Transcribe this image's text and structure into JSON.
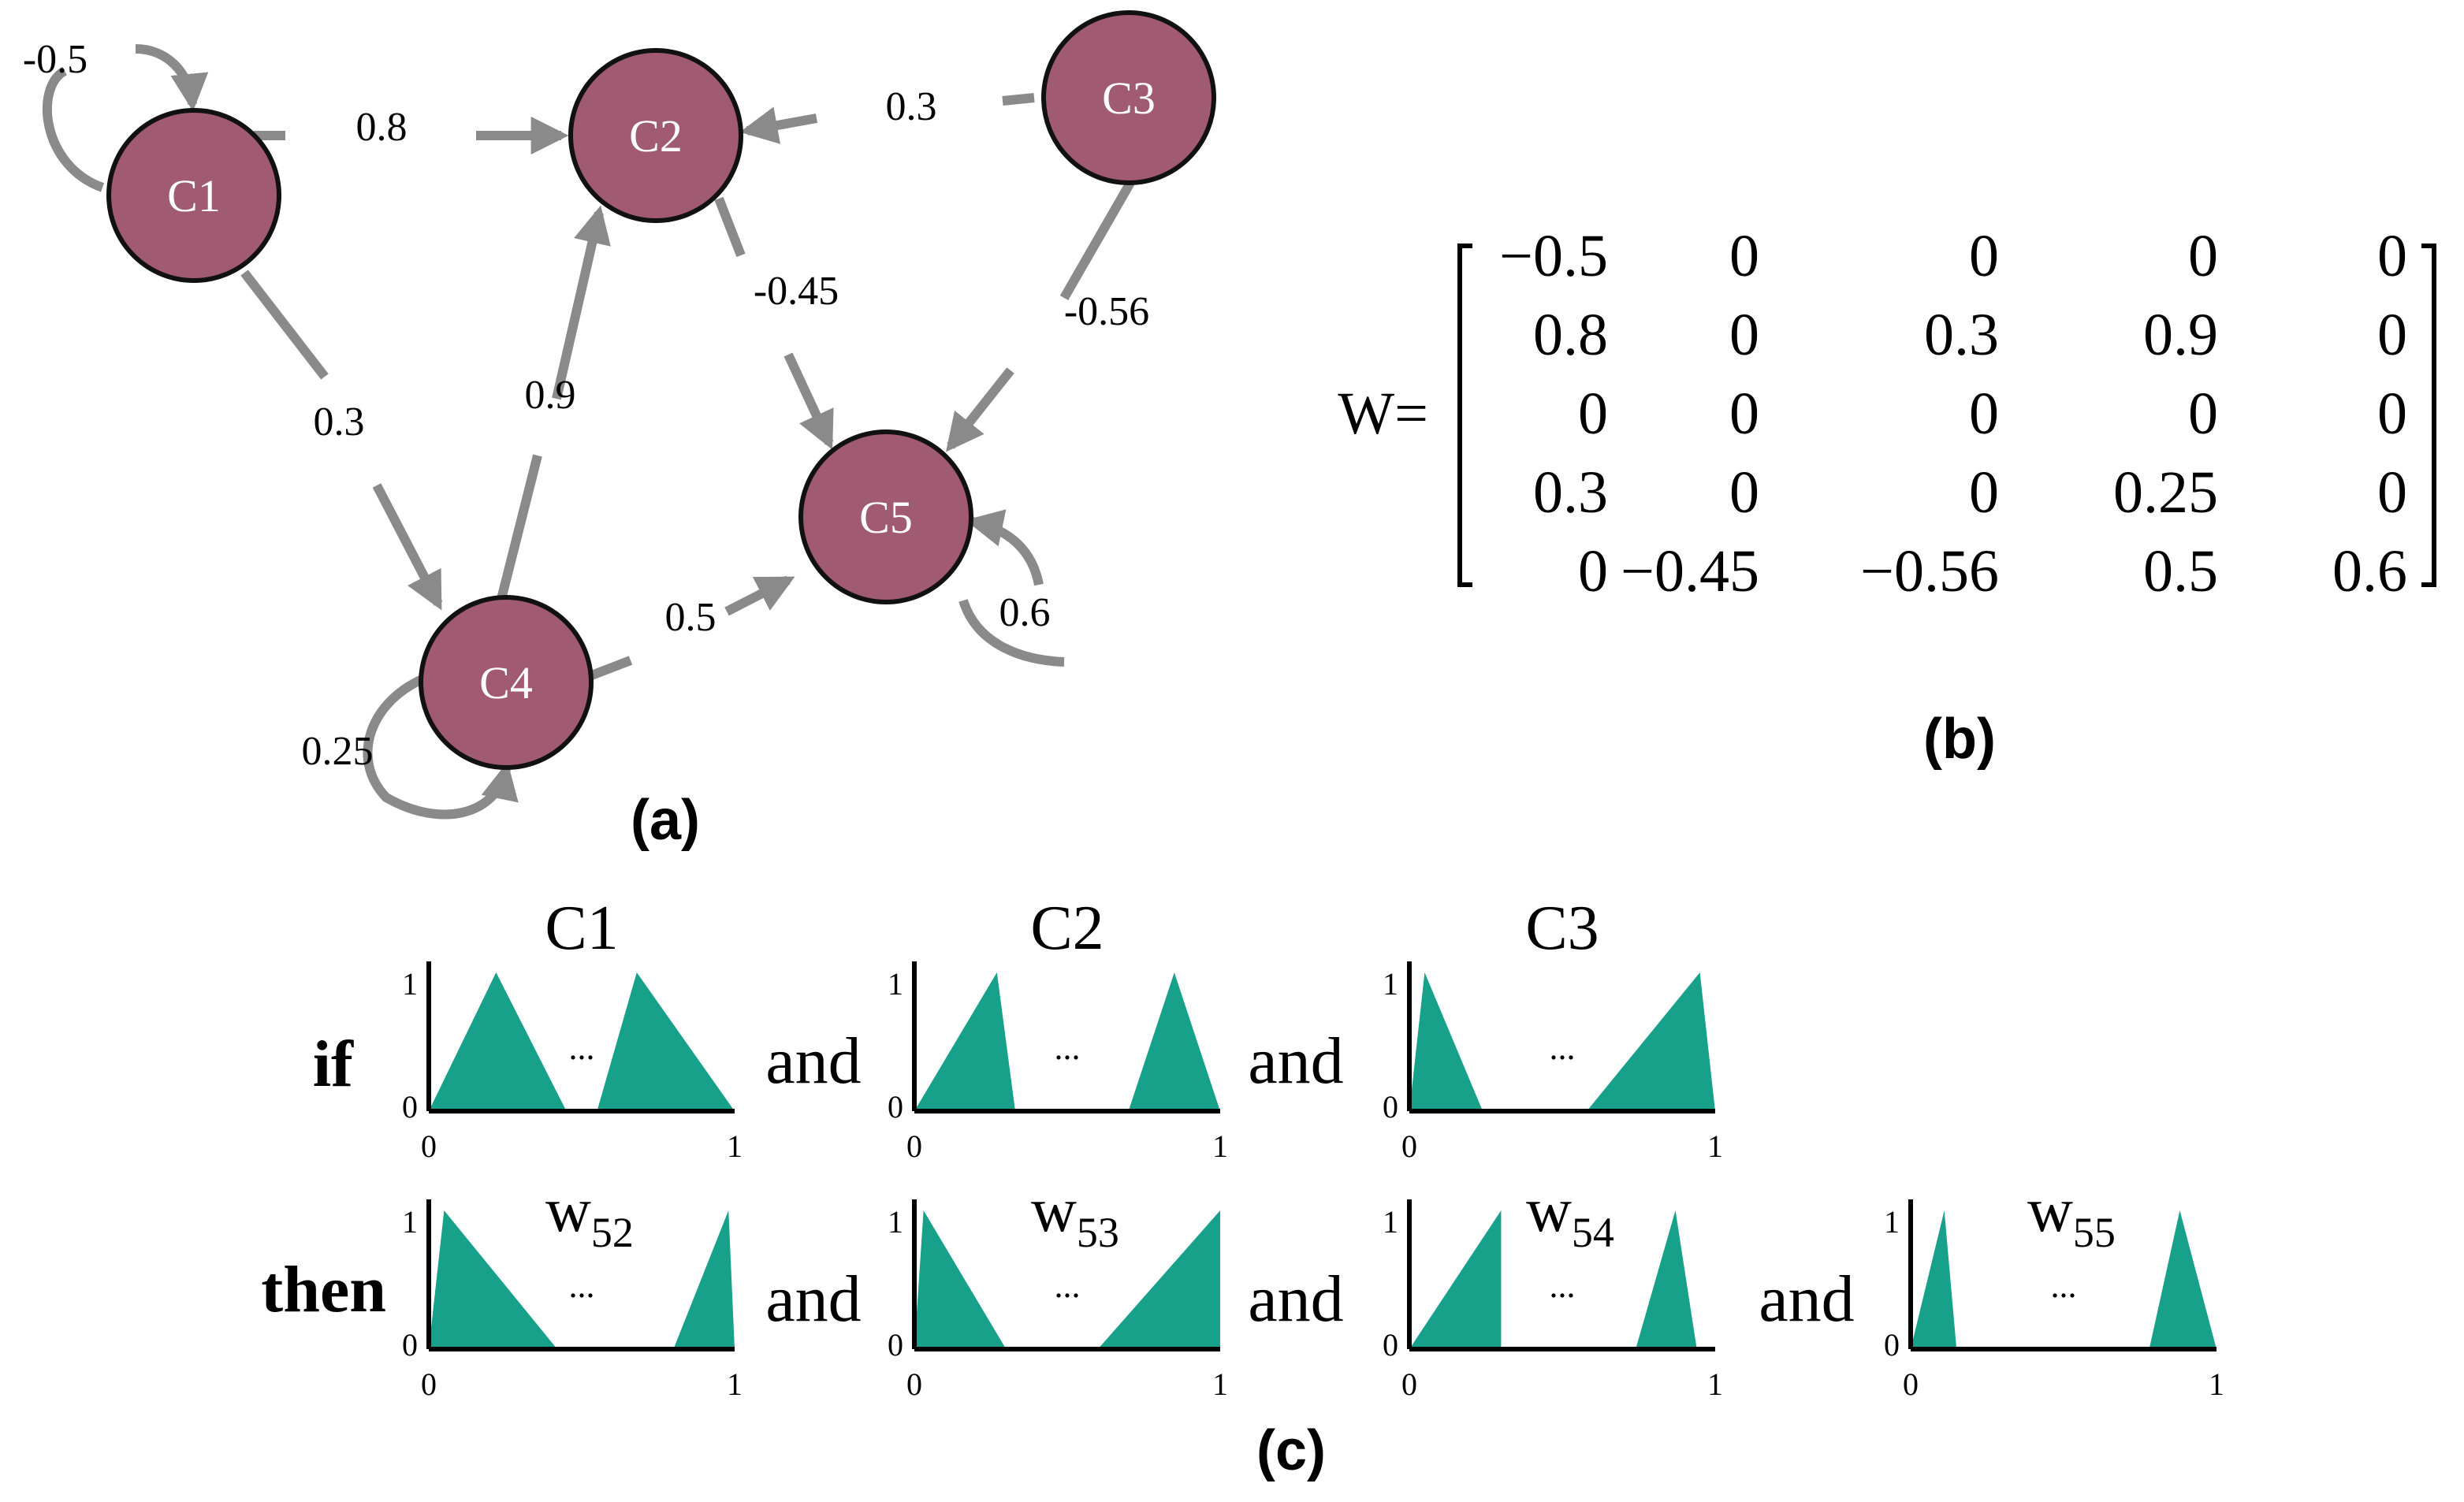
{
  "graph": {
    "nodes": [
      {
        "id": "C1",
        "label": "C1"
      },
      {
        "id": "C2",
        "label": "C2"
      },
      {
        "id": "C3",
        "label": "C3"
      },
      {
        "id": "C4",
        "label": "C4"
      },
      {
        "id": "C5",
        "label": "C5"
      }
    ],
    "edges": [
      {
        "from": "C1",
        "to": "C1",
        "weight": "-0.5"
      },
      {
        "from": "C1",
        "to": "C2",
        "weight": "0.8"
      },
      {
        "from": "C3",
        "to": "C2",
        "weight": "0.3"
      },
      {
        "from": "C1",
        "to": "C4",
        "weight": "0.3"
      },
      {
        "from": "C4",
        "to": "C2",
        "weight": "0.9"
      },
      {
        "from": "C2",
        "to": "C5",
        "weight": "-0.45"
      },
      {
        "from": "C3",
        "to": "C5",
        "weight": "-0.56"
      },
      {
        "from": "C4",
        "to": "C5",
        "weight": "0.5"
      },
      {
        "from": "C5",
        "to": "C5",
        "weight": "0.6"
      },
      {
        "from": "C4",
        "to": "C4",
        "weight": "0.25"
      }
    ],
    "node_color": "#a05a72",
    "edge_color": "#8a8a8a",
    "caption": "(a)"
  },
  "matrix": {
    "label": "W=",
    "rows": [
      [
        "−0.5",
        "0",
        "0",
        "0",
        "0"
      ],
      [
        "0.8",
        "0",
        "0.3",
        "0.9",
        "0"
      ],
      [
        "0",
        "0",
        "0",
        "0",
        "0"
      ],
      [
        "0.3",
        "0",
        "0",
        "0.25",
        "0"
      ],
      [
        "0",
        "−0.45",
        "−0.56",
        "0.5",
        "0.6"
      ]
    ],
    "caption": "(b)"
  },
  "rules": {
    "fill_color": "#17a08a",
    "rows": [
      {
        "keyword": "if",
        "plots": [
          {
            "title": "C1",
            "peaks": [
              [
                0.0,
                0.22,
                0.45
              ],
              [
                0.55,
                0.68,
                1.0
              ]
            ]
          },
          {
            "title": "C2",
            "peaks": [
              [
                0.0,
                0.27,
                0.33
              ],
              [
                0.7,
                0.85,
                1.0
              ]
            ]
          },
          {
            "title": "C3",
            "peaks": [
              [
                0.0,
                0.05,
                0.24
              ],
              [
                0.58,
                0.95,
                1.0
              ]
            ]
          }
        ],
        "connectors": [
          "and",
          "and"
        ]
      },
      {
        "keyword": "then",
        "plots": [
          {
            "title": "w",
            "sub": "52",
            "peaks": [
              [
                0.0,
                0.05,
                0.42
              ],
              [
                0.8,
                0.98,
                1.0
              ]
            ]
          },
          {
            "title": "w",
            "sub": "53",
            "peaks": [
              [
                0.0,
                0.03,
                0.3
              ],
              [
                0.6,
                1.0,
                1.0
              ]
            ]
          },
          {
            "title": "w",
            "sub": "54",
            "peaks": [
              [
                0.0,
                0.3,
                0.3
              ],
              [
                0.74,
                0.87,
                0.94
              ]
            ]
          },
          {
            "title": "w",
            "sub": "55",
            "peaks": [
              [
                0.0,
                0.11,
                0.15
              ],
              [
                0.78,
                0.88,
                1.0
              ]
            ]
          }
        ],
        "connectors": [
          "and",
          "and",
          "and"
        ]
      }
    ],
    "axis": {
      "y_top": "1",
      "y_bottom": "0",
      "x_left": "0",
      "x_right": "1"
    },
    "ellipsis": "...",
    "caption": "(c)"
  }
}
